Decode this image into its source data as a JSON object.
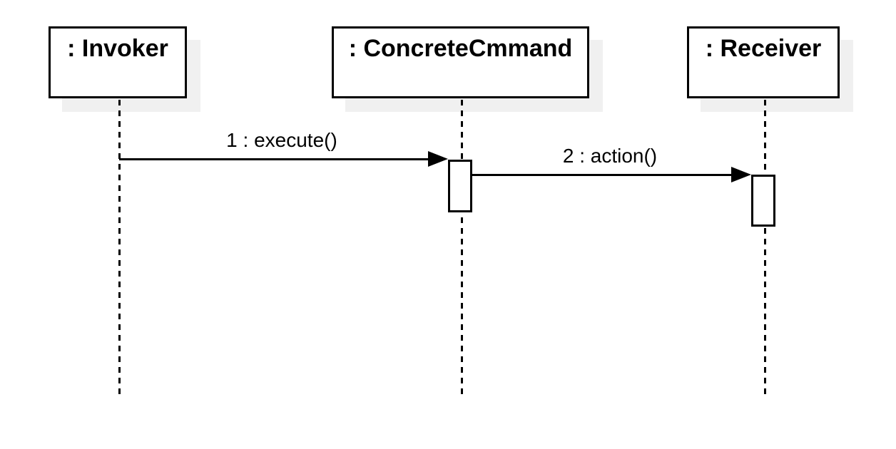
{
  "diagram": {
    "type": "uml-sequence-diagram",
    "pattern": "Command",
    "actors": [
      {
        "name": ": Invoker"
      },
      {
        "name": ": ConcreteCmmand"
      },
      {
        "name": ": Receiver"
      }
    ],
    "messages": [
      {
        "label": "1 : execute()",
        "from": ": Invoker",
        "to": ": ConcreteCmmand"
      },
      {
        "label": "2 : action()",
        "from": ": ConcreteCmmand",
        "to": ": Receiver"
      }
    ],
    "colors": {
      "stroke": "#000000",
      "fill": "#ffffff",
      "shadow": "#f0f0f0",
      "background": "#ffffff"
    }
  }
}
